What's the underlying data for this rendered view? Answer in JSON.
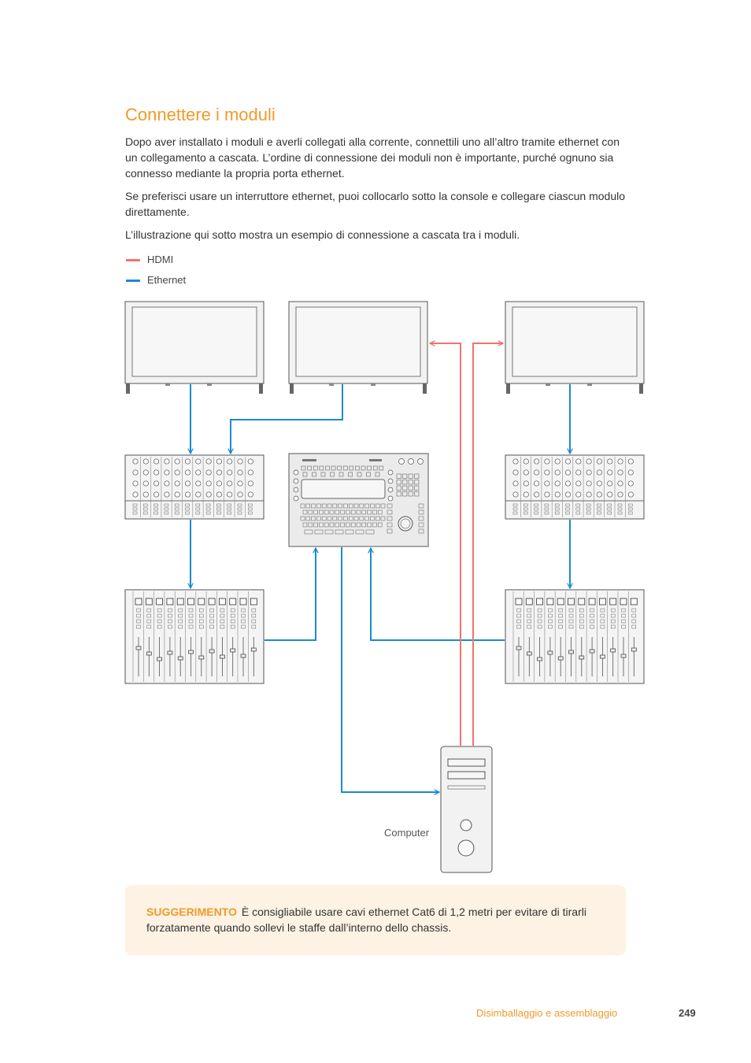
{
  "heading": "Connettere i moduli",
  "paragraphs": [
    "Dopo aver installato i moduli e averli collegati alla corrente, connettili uno all’altro tramite ethernet con un collegamento a cascata. L’ordine di connessione dei moduli non è importante, purché ognuno sia connesso mediante la propria porta ethernet.",
    "Se preferisci usare un interruttore ethernet, puoi collocarlo sotto la console e collegare ciascun modulo direttamente.",
    "L’illustrazione qui sotto mostra un esempio di connessione a cascata tra i moduli."
  ],
  "legend": [
    {
      "label": "HDMI",
      "color": "#f0736f"
    },
    {
      "label": "Ethernet",
      "color": "#1a8bd0"
    }
  ],
  "diagram": {
    "computer_label": "Computer"
  },
  "tip": {
    "label": "SUGGERIMENTO",
    "text": "È consigliabile usare cavi ethernet Cat6 di 1,2 metri per evitare di tirarli forzatamente quando sollevi le staffe dall’interno dello chassis."
  },
  "footer": {
    "section": "Disimballaggio e assemblaggio",
    "page": "249"
  }
}
